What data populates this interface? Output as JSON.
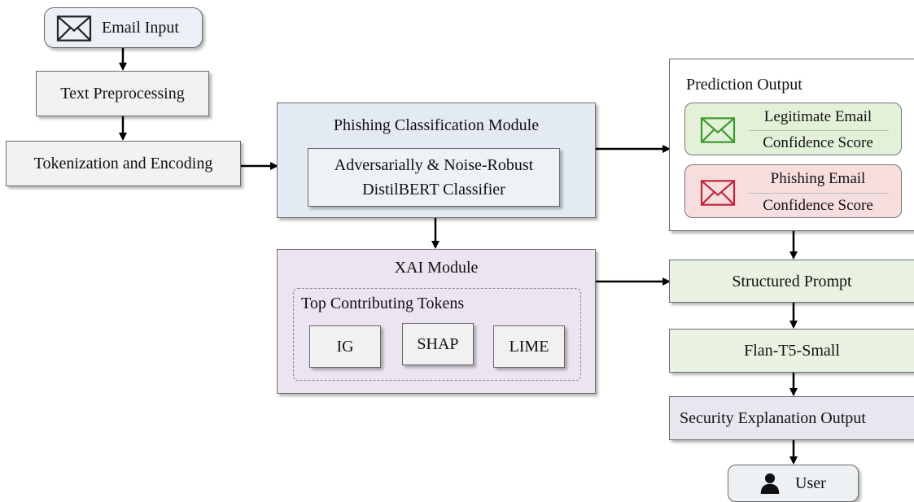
{
  "nodes": {
    "email_input": "Email Input",
    "text_preprocessing": "Text Preprocessing",
    "tokenization": "Tokenization and Encoding",
    "classification_module": {
      "title": "Phishing Classification Module",
      "classifier_line1": "Adversarially & Noise-Robust",
      "classifier_line2": "DistilBERT Classifier"
    },
    "xai_module": {
      "title": "XAI Module",
      "group_title": "Top Contributing Tokens",
      "methods": [
        "IG",
        "SHAP",
        "LIME"
      ]
    },
    "prediction_output": {
      "title": "Prediction Output",
      "legitimate": {
        "label": "Legitimate Email",
        "score": "Confidence Score"
      },
      "phishing": {
        "label": "Phishing Email",
        "score": "Confidence Score"
      }
    },
    "structured_prompt": "Structured Prompt",
    "flan_t5": "Flan-T5-Small",
    "security_explanation": "Security Explanation Output",
    "user": "User"
  },
  "colors": {
    "email_box": "#eaf0f5",
    "gray_box": "#f2f2f0",
    "classification_bg": "#e4eaf3",
    "classifier_inner": "#eef1f5",
    "xai_bg": "#ece4f1",
    "green_box": "#eaf3e2",
    "legit_bg": "#e4f1d9",
    "phish_bg": "#f7dede",
    "security_bg": "#e9e6f0",
    "user_box": "#edf1f4",
    "legit_icon": "#3e9a2f",
    "phish_icon": "#c0283a"
  },
  "icons": {
    "email": "envelope-icon",
    "legitimate": "envelope-icon",
    "phishing": "envelope-icon",
    "user": "user-icon"
  }
}
